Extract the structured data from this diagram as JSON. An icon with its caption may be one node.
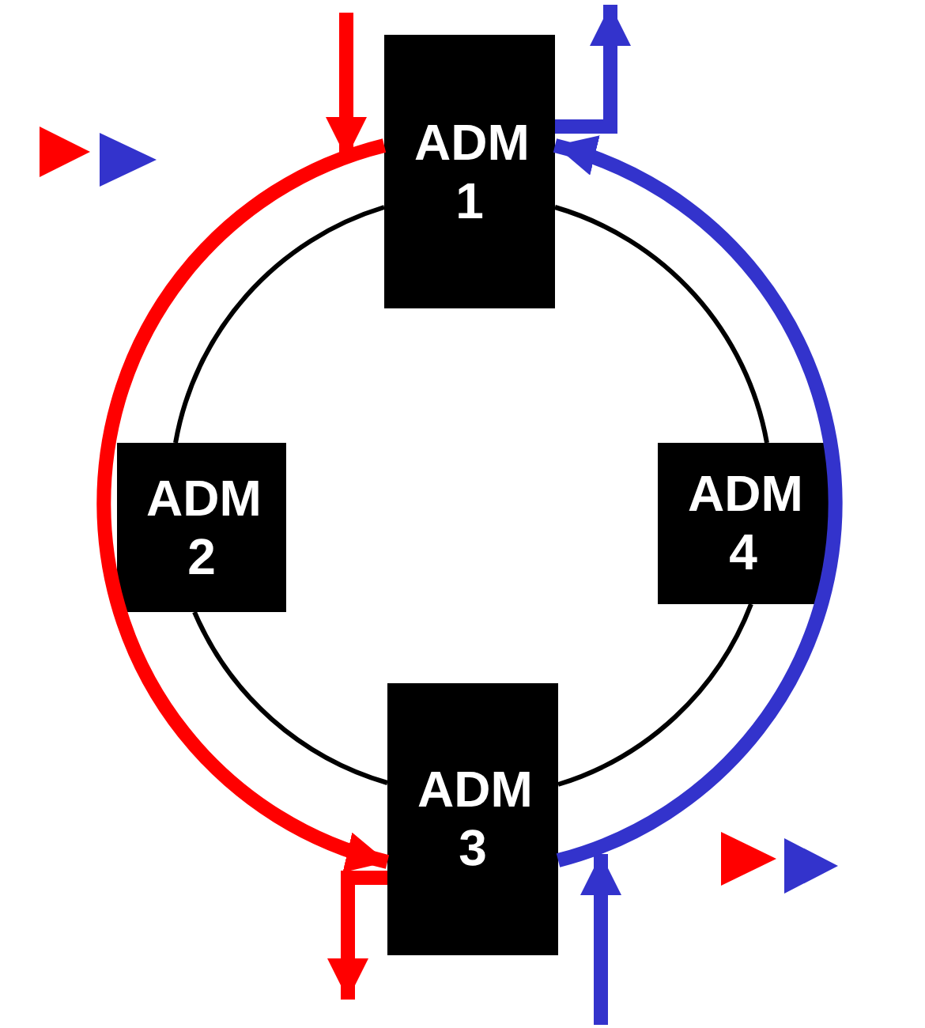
{
  "diagram": {
    "nodes": [
      {
        "text": [
          "ADM 1"
        ]
      },
      {
        "text": [
          "ADM 2"
        ]
      },
      {
        "text": [
          "ADM 3"
        ]
      },
      {
        "text": [
          "ADM 4"
        ]
      }
    ],
    "edges": [
      {
        "from": 0,
        "to": 1,
        "arrow": "none"
      },
      {
        "from": 1,
        "to": 2,
        "arrow": "none"
      },
      {
        "from": 2,
        "to": 3,
        "arrow": "none"
      },
      {
        "from": 3,
        "to": 0,
        "arrow": "none"
      },
      {
        "from": null,
        "to": 0,
        "arrow": "to",
        "color": "#ff0000"
      },
      {
        "from": 0,
        "to": 2,
        "arrow": "to",
        "color": "#ff0000"
      },
      {
        "from": 2,
        "to": null,
        "arrow": "to",
        "color": "#ff0000"
      },
      {
        "from": null,
        "to": 2,
        "arrow": "to",
        "color": "#3333cc"
      },
      {
        "from": 2,
        "to": 0,
        "arrow": "to",
        "color": "#3333cc"
      },
      {
        "from": 0,
        "to": null,
        "arrow": "to",
        "color": "#3333cc"
      }
    ]
  }
}
